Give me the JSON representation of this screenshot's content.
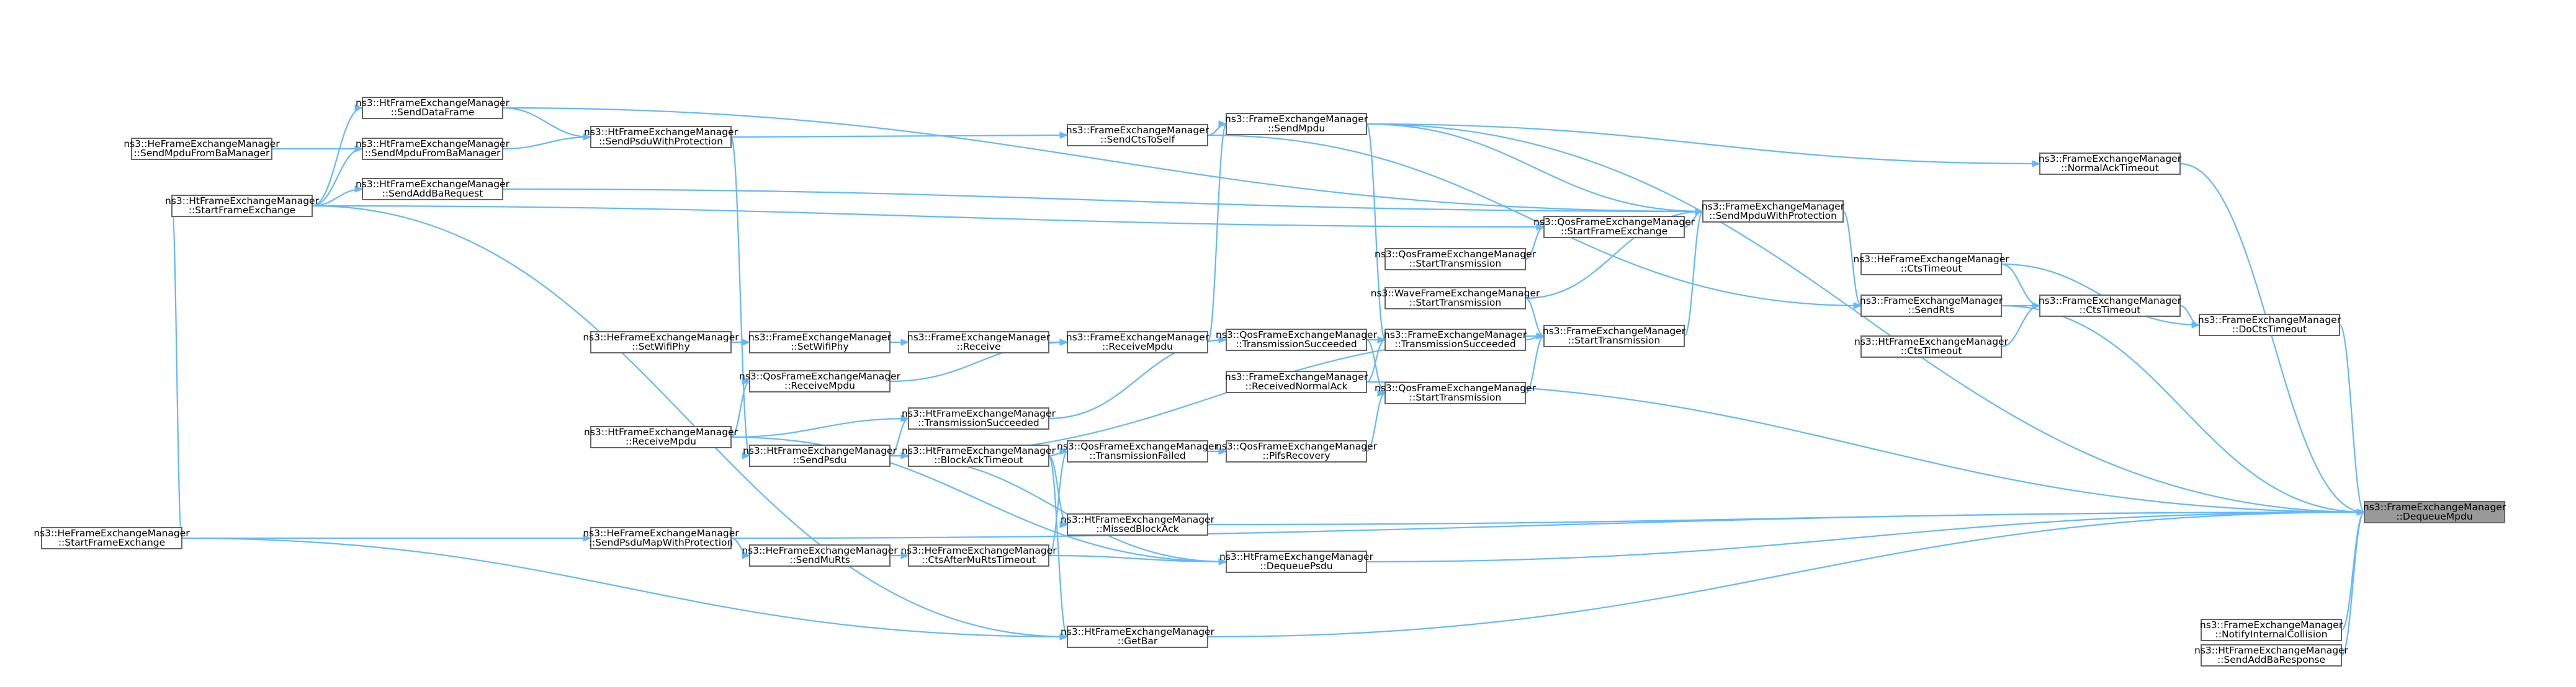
{
  "colors": {
    "edge": "#63b8ff",
    "node_border": "#666666",
    "highlight_fill": "#999999",
    "background": "#ffffff"
  },
  "nodes": {
    "dequeue_mpdu": [
      "ns3::FrameExchangeManager",
      "::DequeueMpdu"
    ],
    "normal_ack_timeout": [
      "ns3::FrameExchangeManager",
      "::NormalAckTimeout"
    ],
    "do_cts_timeout": [
      "ns3::FrameExchangeManager",
      "::DoCtsTimeout"
    ],
    "notify_internal_collision": [
      "ns3::FrameExchangeManager",
      "::NotifyInternalCollision"
    ],
    "ht_send_addba_response": [
      "ns3::HtFrameExchangeManager",
      "::SendAddBaResponse"
    ],
    "fem_cts_timeout": [
      "ns3::FrameExchangeManager",
      "::CtsTimeout"
    ],
    "he_cts_timeout": [
      "ns3::HeFrameExchangeManager",
      "::CtsTimeout"
    ],
    "ht_cts_timeout": [
      "ns3::HtFrameExchangeManager",
      "::CtsTimeout"
    ],
    "send_rts": [
      "ns3::FrameExchangeManager",
      "::SendRts"
    ],
    "send_mpdu_with_protection": [
      "ns3::FrameExchangeManager",
      "::SendMpduWithProtection"
    ],
    "fem_start_transmission": [
      "ns3::FrameExchangeManager",
      "::StartTransmission"
    ],
    "qos_start_frame_exchange": [
      "ns3::QosFrameExchangeManager",
      "::StartFrameExchange"
    ],
    "qos_start_transmission_a": [
      "ns3::QosFrameExchangeManager",
      "::StartTransmission"
    ],
    "wave_start_transmission": [
      "ns3::WaveFrameExchangeManager",
      "::StartTransmission"
    ],
    "fem_transmission_succeeded": [
      "ns3::FrameExchangeManager",
      "::TransmissionSucceeded"
    ],
    "qos_start_transmission_b": [
      "ns3::QosFrameExchangeManager",
      "::StartTransmission"
    ],
    "send_mpdu": [
      "ns3::FrameExchangeManager",
      "::SendMpdu"
    ],
    "send_cts_to_self": [
      "ns3::FrameExchangeManager",
      "::SendCtsToSelf"
    ],
    "receive_mpdu": [
      "ns3::FrameExchangeManager",
      "::ReceiveMpdu"
    ],
    "qos_transmission_succeeded": [
      "ns3::QosFrameExchangeManager",
      "::TransmissionSucceeded"
    ],
    "received_normal_ack": [
      "ns3::FrameExchangeManager",
      "::ReceivedNormalAck"
    ],
    "pifs_recovery": [
      "ns3::QosFrameExchangeManager",
      "::PifsRecovery"
    ],
    "qos_transmission_failed": [
      "ns3::QosFrameExchangeManager",
      "::TransmissionFailed"
    ],
    "missed_block_ack": [
      "ns3::HtFrameExchangeManager",
      "::MissedBlockAck"
    ],
    "ht_dequeue_psdu": [
      "ns3::HtFrameExchangeManager",
      "::DequeuePsdu"
    ],
    "get_bar": [
      "ns3::HtFrameExchangeManager",
      "::GetBar"
    ],
    "fem_receive": [
      "ns3::FrameExchangeManager",
      "::Receive"
    ],
    "set_wifi_phy_fem": [
      "ns3::FrameExchangeManager",
      "::SetWifiPhy"
    ],
    "set_wifi_phy_he": [
      "ns3::HeFrameExchangeManager",
      "::SetWifiPhy"
    ],
    "qos_receive_mpdu": [
      "ns3::QosFrameExchangeManager",
      "::ReceiveMpdu"
    ],
    "ht_transmission_succeeded": [
      "ns3::HtFrameExchangeManager",
      "::TransmissionSucceeded"
    ],
    "ht_block_ack_timeout": [
      "ns3::HtFrameExchangeManager",
      "::BlockAckTimeout"
    ],
    "he_cts_after_mu_rts_timeout": [
      "ns3::HeFrameExchangeManager",
      "::CtsAfterMuRtsTimeout"
    ],
    "ht_send_psdu": [
      "ns3::HtFrameExchangeManager",
      "::SendPsdu"
    ],
    "he_send_mu_rts": [
      "ns3::HeFrameExchangeManager",
      "::SendMuRts"
    ],
    "ht_receive_mpdu": [
      "ns3::HtFrameExchangeManager",
      "::ReceiveMpdu"
    ],
    "he_send_psdu_map_with_protection": [
      "ns3::HeFrameExchangeManager",
      "::SendPsduMapWithProtection"
    ],
    "he_start_frame_exchange": [
      "ns3::HeFrameExchangeManager",
      "::StartFrameExchange"
    ],
    "ht_send_data_frame": [
      "ns3::HtFrameExchangeManager",
      "::SendDataFrame"
    ],
    "ht_send_mpdu_from_ba_manager": [
      "ns3::HtFrameExchangeManager",
      "::SendMpduFromBaManager"
    ],
    "he_send_mpdu_from_ba_manager": [
      "ns3::HeFrameExchangeManager",
      "::SendMpduFromBaManager"
    ],
    "ht_send_addba_request": [
      "ns3::HtFrameExchangeManager",
      "::SendAddBaRequest"
    ],
    "ht_start_frame_exchange": [
      "ns3::HtFrameExchangeManager",
      "::StartFrameExchange"
    ],
    "ht_send_psdu_with_protection": [
      "ns3::HtFrameExchangeManager",
      "::SendPsduWithProtection"
    ]
  }
}
